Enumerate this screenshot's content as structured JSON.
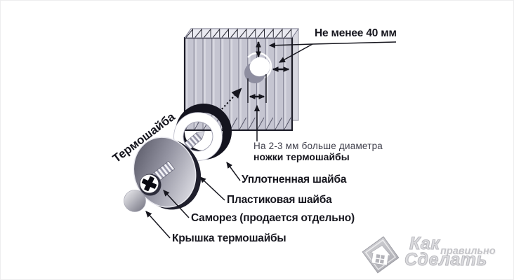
{
  "diagram": {
    "subject": "thermo-washer-mounting-scheme",
    "labels": {
      "min_distance": "Не менее 40 мм",
      "hole_note_line1": "На 2-3 мм больше диаметра",
      "hole_note_line2": "ножки термошайбы",
      "thermo_washer": "Термошайба",
      "sealing_washer": "Уплотненная шайба",
      "plastic_washer": "Пластиковая шайба",
      "screw": "Саморез (продается отдельно)",
      "cap": "Крышка термошайбы"
    }
  },
  "watermark": {
    "word_top": "Как",
    "word_middle": "правильно",
    "word_bottom": "Сделать"
  },
  "colors": {
    "ink": "#16161e",
    "sheet_front": "#c5c5d1",
    "sheet_back": "#d8d8e0",
    "rib_line": "#7e7e90",
    "sealing_ring": "#14141f",
    "hole_shadow": "#8e8ea0",
    "watermark_gray": "#c9c9cd"
  }
}
